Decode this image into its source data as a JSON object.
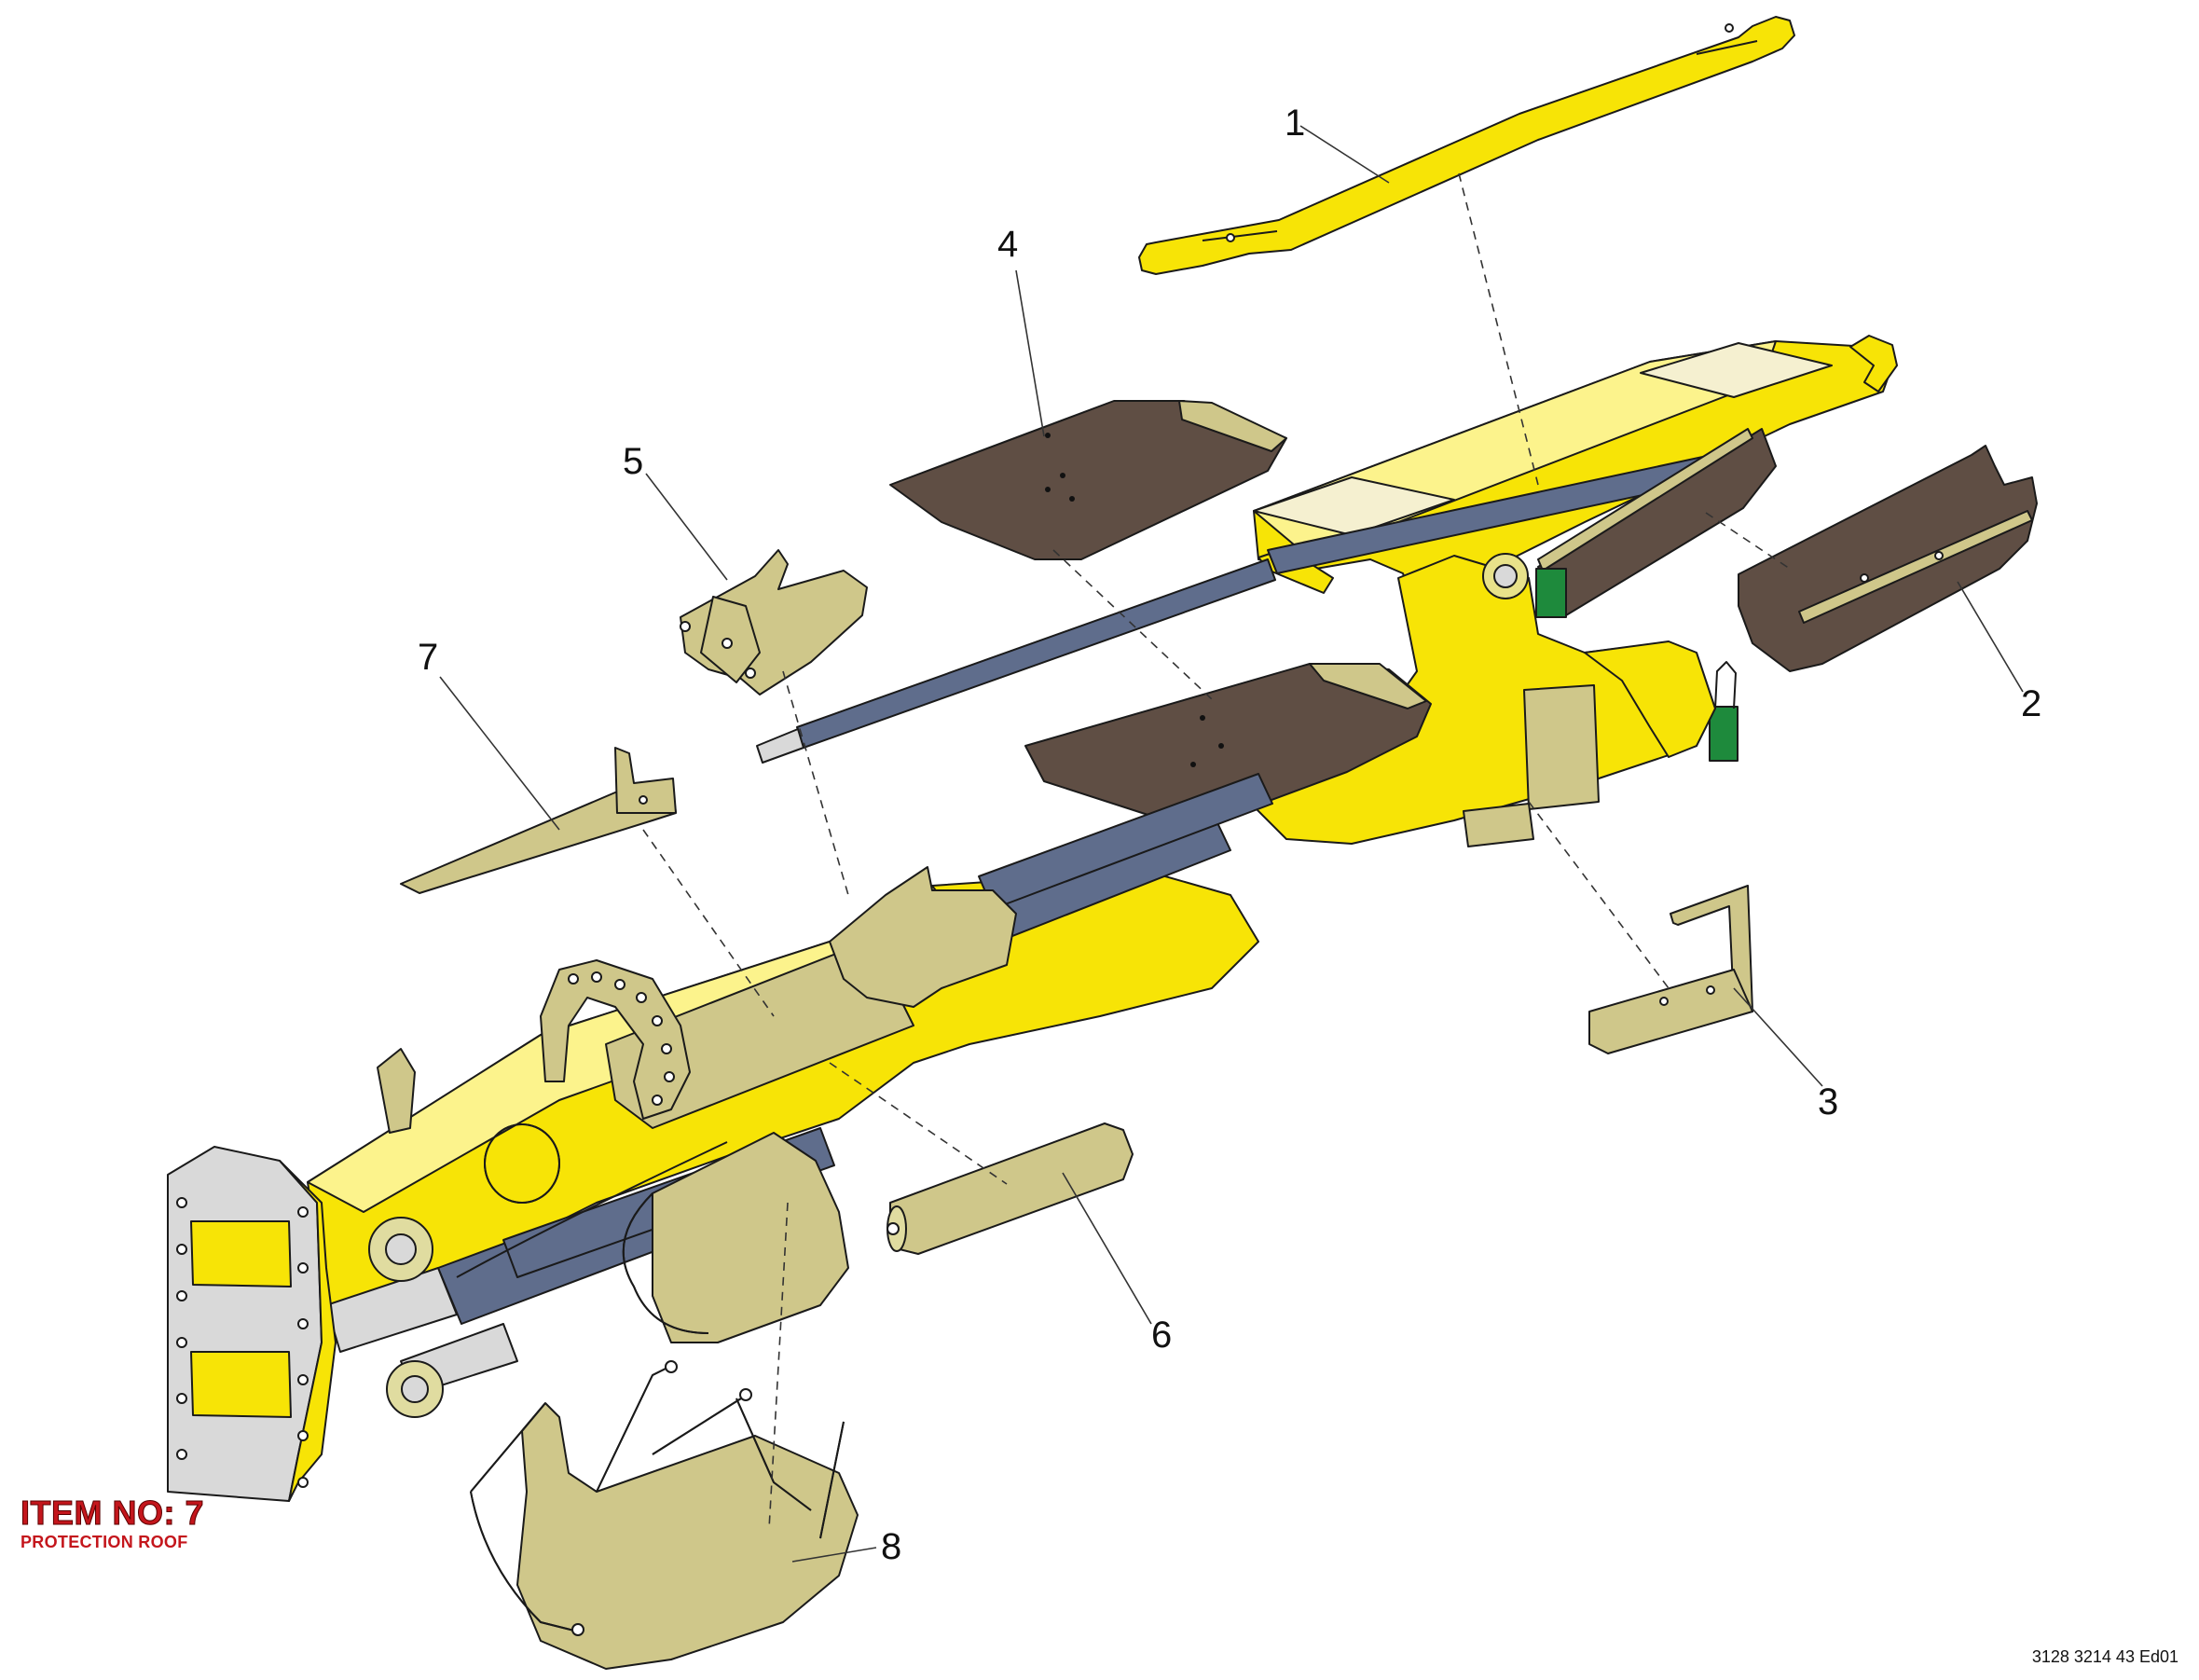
{
  "item": {
    "title": "ITEM NO: 7",
    "subtitle": "PROTECTION ROOF"
  },
  "doc_code": "3128 3214 43 Ed01",
  "callouts": [
    {
      "id": "callout-1",
      "label": "1"
    },
    {
      "id": "callout-2",
      "label": "2"
    },
    {
      "id": "callout-3",
      "label": "3"
    },
    {
      "id": "callout-4",
      "label": "4"
    },
    {
      "id": "callout-5",
      "label": "5"
    },
    {
      "id": "callout-6",
      "label": "6"
    },
    {
      "id": "callout-7",
      "label": "7"
    },
    {
      "id": "callout-8",
      "label": "8"
    }
  ],
  "colors": {
    "boom_yellow": "#f7e406",
    "cover_khaki": "#cfc78a",
    "plate_brown": "#5f4e44",
    "cylinder_blue": "#5f6d8c",
    "steel_grey": "#d9d9d9",
    "lock_green": "#1e8a3c",
    "title_red": "#c4161c"
  }
}
